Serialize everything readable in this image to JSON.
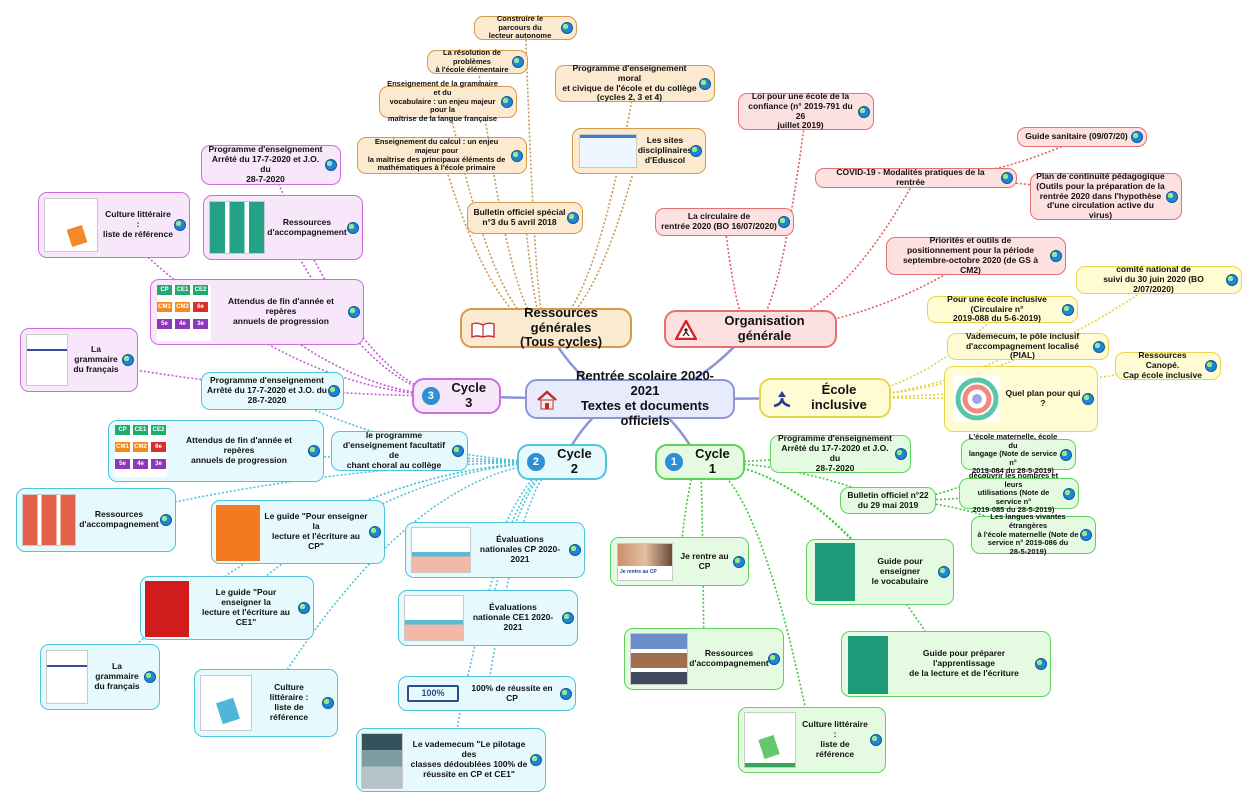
{
  "center": {
    "line1": "Rentrée scolaire 2020-2021",
    "line2": "Textes et documents officiels"
  },
  "hubs": {
    "ressources": "Ressources générales\n(Tous cycles)",
    "organisation": "Organisation générale",
    "inclusive": "École inclusive",
    "cycle1": "Cycle 1",
    "cycle2": "Cycle 2",
    "cycle3": "Cycle 3",
    "cycle1_num": "1",
    "cycle2_num": "2",
    "cycle3_num": "3"
  },
  "ressources": {
    "parcours": "Construire le parcours du\nlecteur autonome",
    "problemes": "La résolution de problèmes\nà l'école élémentaire",
    "grammaire": "Enseignement de la grammaire et du\nvocabulaire : un enjeu majeur pour la\nmaîtrise de la langue française",
    "calcul": "Enseignement du calcul : un enjeu majeur pour\nla maîtrise des principaux éléments de\nmathématiques à l'école primaire",
    "bulletin": "Bulletin officiel spécial\nn°3 du 5 avril 2018",
    "moral": "Programme d'enseignement moral\net civique de l'école et du collège\n(cycles 2, 3 et 4)",
    "sites": "Les sites\ndisciplinaires\nd'Eduscol"
  },
  "organisation": {
    "loi": "Loi pour une école de la\nconfiance (n° 2019-791 du 26\njuillet 2019)",
    "guide_sanitaire": "Guide sanitaire (09/07/20)",
    "covid": "COVID-19 - Modalités pratiques de la rentrée",
    "plan": "Plan de continuité pédagogique\n(Outils pour la préparation de la\nrentrée 2020 dans l'hypothèse\nd'une circulation active du virus)",
    "circulaire": "La circulaire de\nrentrée 2020 (BO 16/07/2020)",
    "priorites": "Priorités et outils de\npositionnement pour la période\nseptembre-octobre 2020 (de GS à CM2)"
  },
  "inclusive": {
    "comite": "comité national de\nsuivi du 30 juin 2020 (BO 2/07/2020)",
    "circulaire": "Pour une école inclusive (Circulaire n°\n2019-088 du 5-6-2019)",
    "vademecum": "Vademecum, le pôle inclusif\nd'accompagnement localisé (PIAL)",
    "canope": "Ressources Canopé.\nCap école inclusive",
    "quel_plan": "Quel plan pour qui ?"
  },
  "cycle1": {
    "programme": "Programme d'enseignement\nArrêté du 17-7-2020 et J.O. du\n28-7-2020",
    "bulletin": "Bulletin officiel n°22\ndu 29 mai 2019",
    "maternelle": "L'école maternelle, école du\nlangage (Note de service n°\n2019-084 du 28-5-2019)",
    "nombres": "découvrir les nombres et leurs\nutilisations (Note de service n°\n2019-085 du 28-5-2019)",
    "langues": "Les langues vivantes étrangères\nà l'école maternelle (Note de\nservice n° 2019-086 du\n28-5-2019)",
    "rentre_cp": "Je rentre au CP",
    "rentre_cp_thumb": "Je rentre au CP",
    "vocabulaire": "Guide pour enseigner\nle vocabulaire",
    "apprentissage": "Guide pour préparer l'apprentissage\nde la lecture et de l'écriture",
    "ressources": "Ressources\nd'accompagnement",
    "culture": "Culture littéraire :\nliste de référence"
  },
  "cycle2": {
    "choral": "le programme\nd'enseignement facultatif de\nchant choral au collège",
    "attendus": "Attendus de fin d'année et repères\nannuels de progression",
    "ressources": "Ressources\nd'accompagnement",
    "guide_cp": "Le guide \"Pour enseigner la\nlecture et l'écriture au CP\"",
    "eval_cp": "Évaluations\nnationales CP 2020-2021",
    "guide_ce1": "Le guide \"Pour enseigner la\nlecture et l'écriture au CE1\"",
    "eval_ce1": "Évaluations\nnationale CE1 2020-2021",
    "grammaire": "La grammaire\ndu français",
    "culture": "Culture littéraire :\nliste de référence",
    "reussite": "100% de réussite en CP",
    "reussite_logo": "100%",
    "vademecum": "Le vademecum \"Le pilotage des\nclasses dédoublées 100% de\nréussite en CP et CE1\""
  },
  "cycle3": {
    "programme_top": "Programme d'enseignement\nArrêté du 17-7-2020 et J.O. du\n28-7-2020",
    "culture": "Culture littéraire :\nliste de référence",
    "ressources": "Ressources\nd'accompagnement",
    "attendus": "Attendus de fin d'année et repères\nannuels de progression",
    "grammaire": "La grammaire\ndu français",
    "programme": "Programme d'enseignement\nArrêté du 17-7-2020 et J.O. du\n28-7-2020"
  },
  "tiles": [
    "CP",
    "CE1",
    "CE2",
    "CM1",
    "CM2",
    "6e",
    "5e",
    "4e",
    "3e"
  ],
  "colors": {
    "ressources": "#c69a57",
    "organisation": "#e06060",
    "inclusive": "#e3d13e",
    "cycle1": "#3fc83c",
    "cycle2": "#4dc4dc",
    "cycle3": "#c75ad9",
    "center": "#8a96d6"
  }
}
